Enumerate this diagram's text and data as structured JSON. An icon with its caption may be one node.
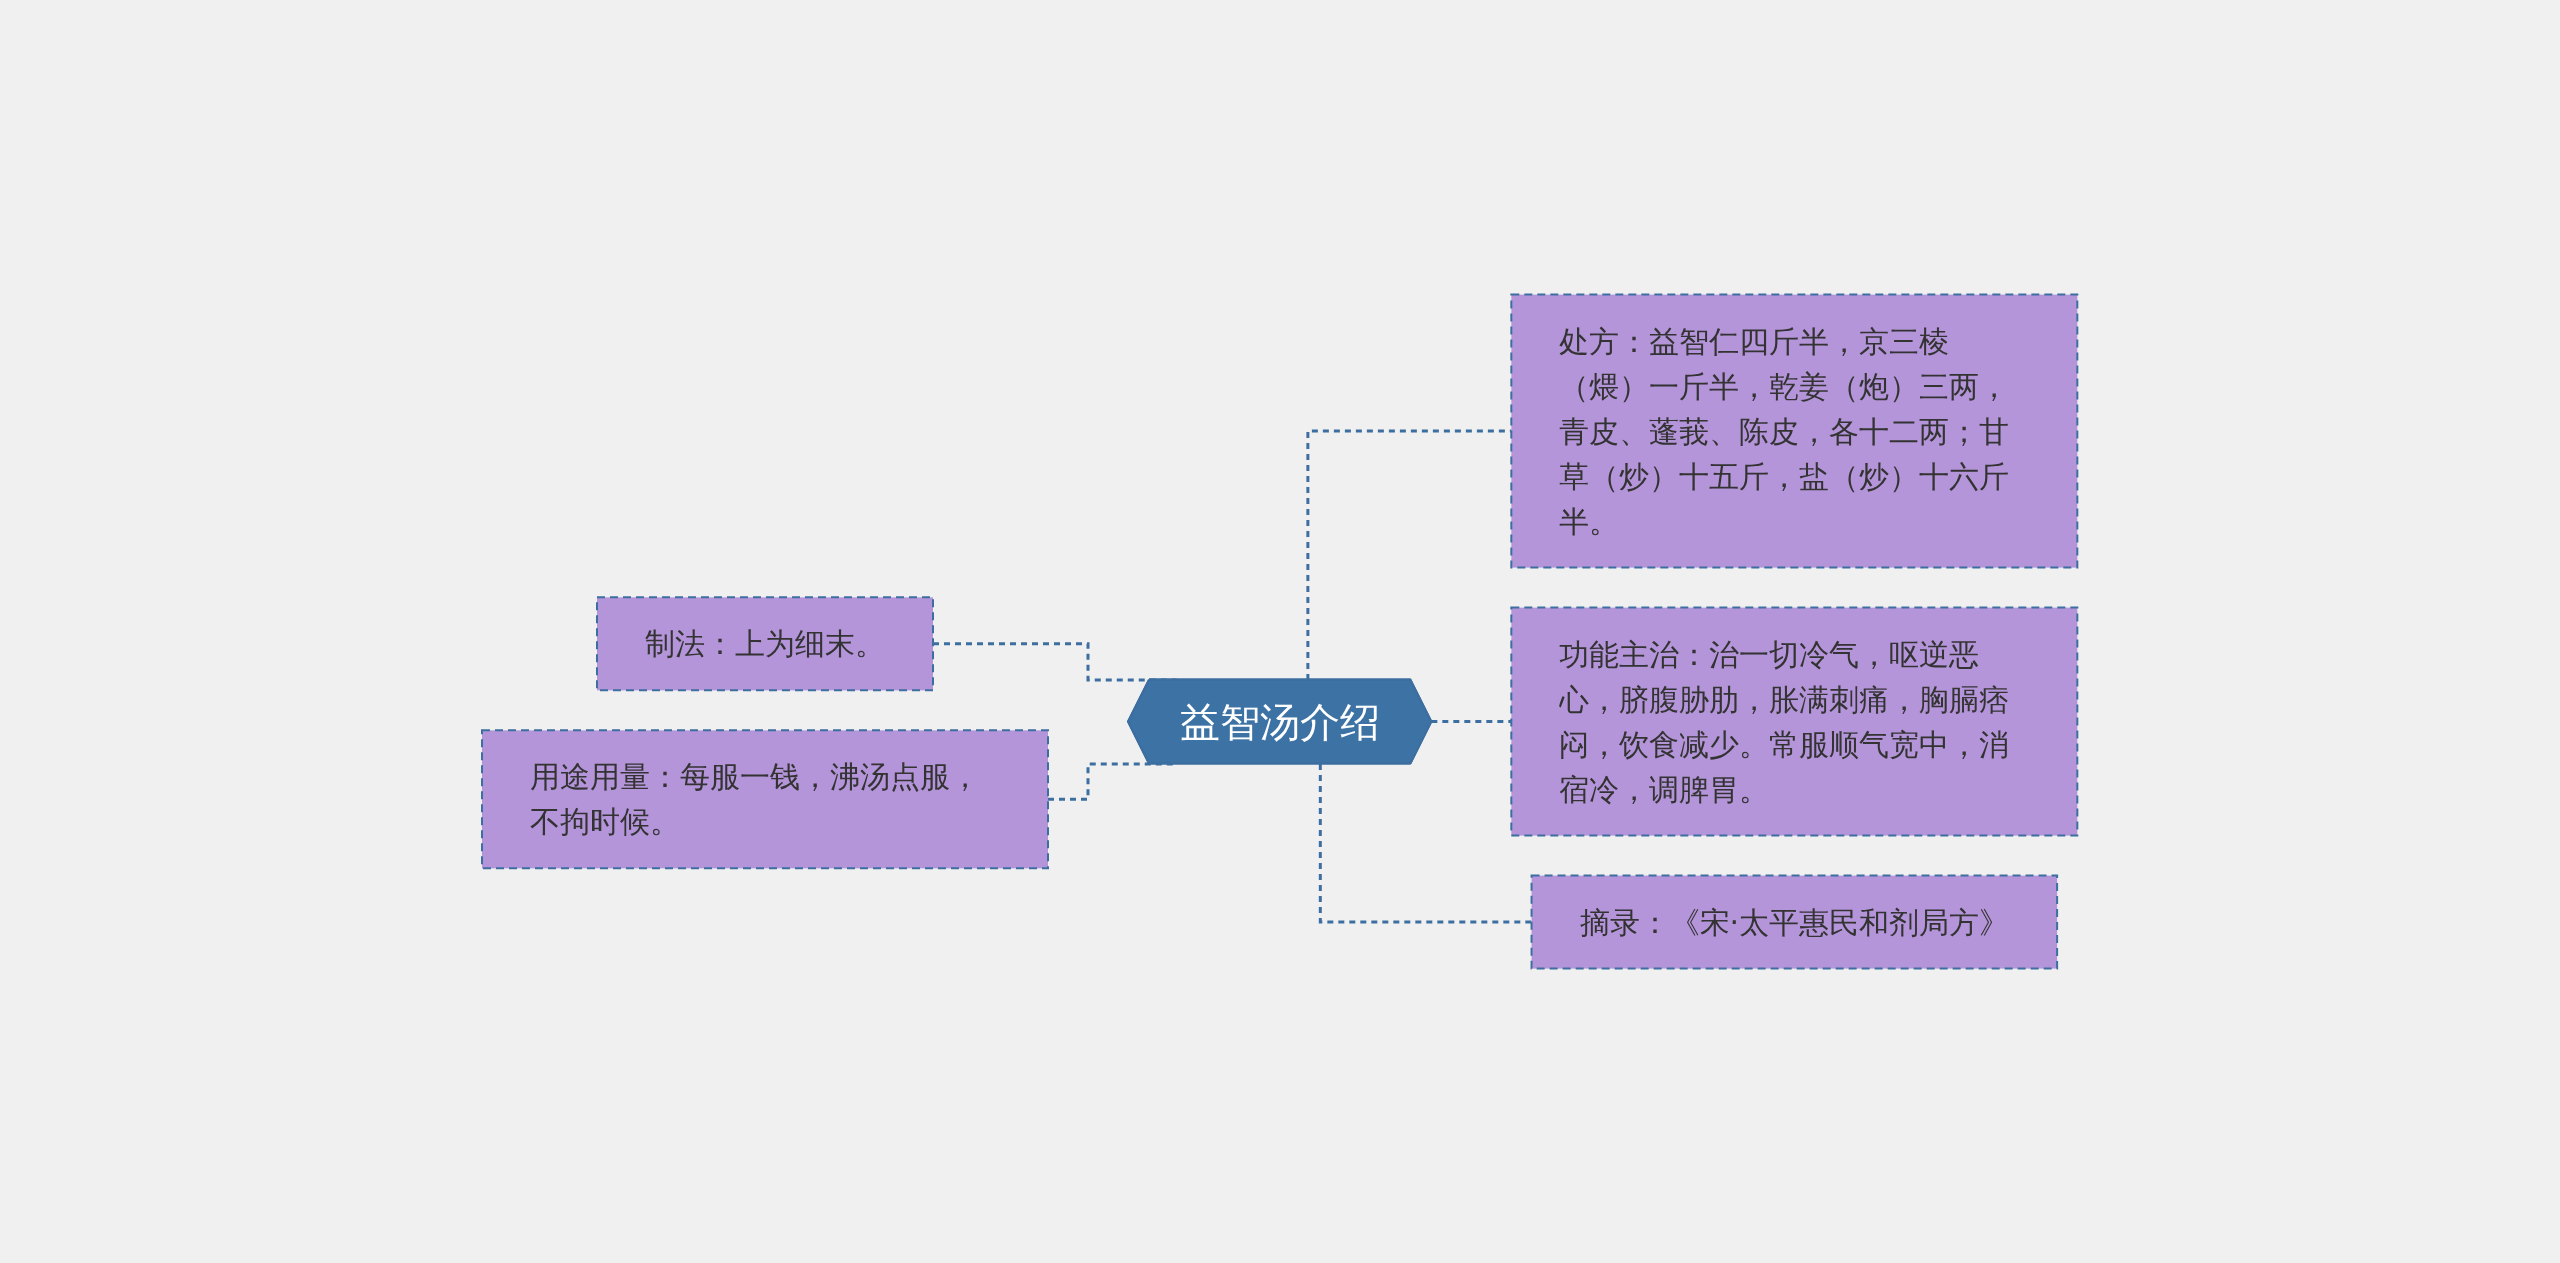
{
  "diagram": {
    "nodes": [
      {
        "text": [
          "制法：上为细末。"
        ]
      },
      {
        "text": [
          "用途用量：每服一钱，沸汤点服，不拘时候。"
        ]
      },
      {
        "text": [
          "益智汤介绍"
        ]
      },
      {
        "text": [
          "处方：益智仁四斤半，京三棱（煨）一斤半，乾姜（炮）三两，青皮、蓬莪、陈皮，各十二两；甘草（炒）十五斤，盐（炒）十六斤半。"
        ]
      },
      {
        "text": [
          "功能主治：治一切冷气，呕逆恶心，脐腹胁肋，胀满刺痛，胸膈痞闷，饮食减少。常服顺气宽中，消宿冷，调脾胃。"
        ]
      },
      {
        "text": [
          "摘录：《宋·太平惠民和剂局方》"
        ]
      }
    ],
    "edges": [
      {
        "from": 0,
        "to": 2,
        "arrow": "none",
        "style": "dashed"
      },
      {
        "from": 1,
        "to": 2,
        "arrow": "none",
        "style": "dashed"
      },
      {
        "from": 2,
        "to": 3,
        "arrow": "none",
        "style": "dashed"
      },
      {
        "from": 2,
        "to": 4,
        "arrow": "none",
        "style": "dashed"
      },
      {
        "from": 2,
        "to": 5,
        "arrow": "none",
        "style": "dashed"
      }
    ]
  }
}
